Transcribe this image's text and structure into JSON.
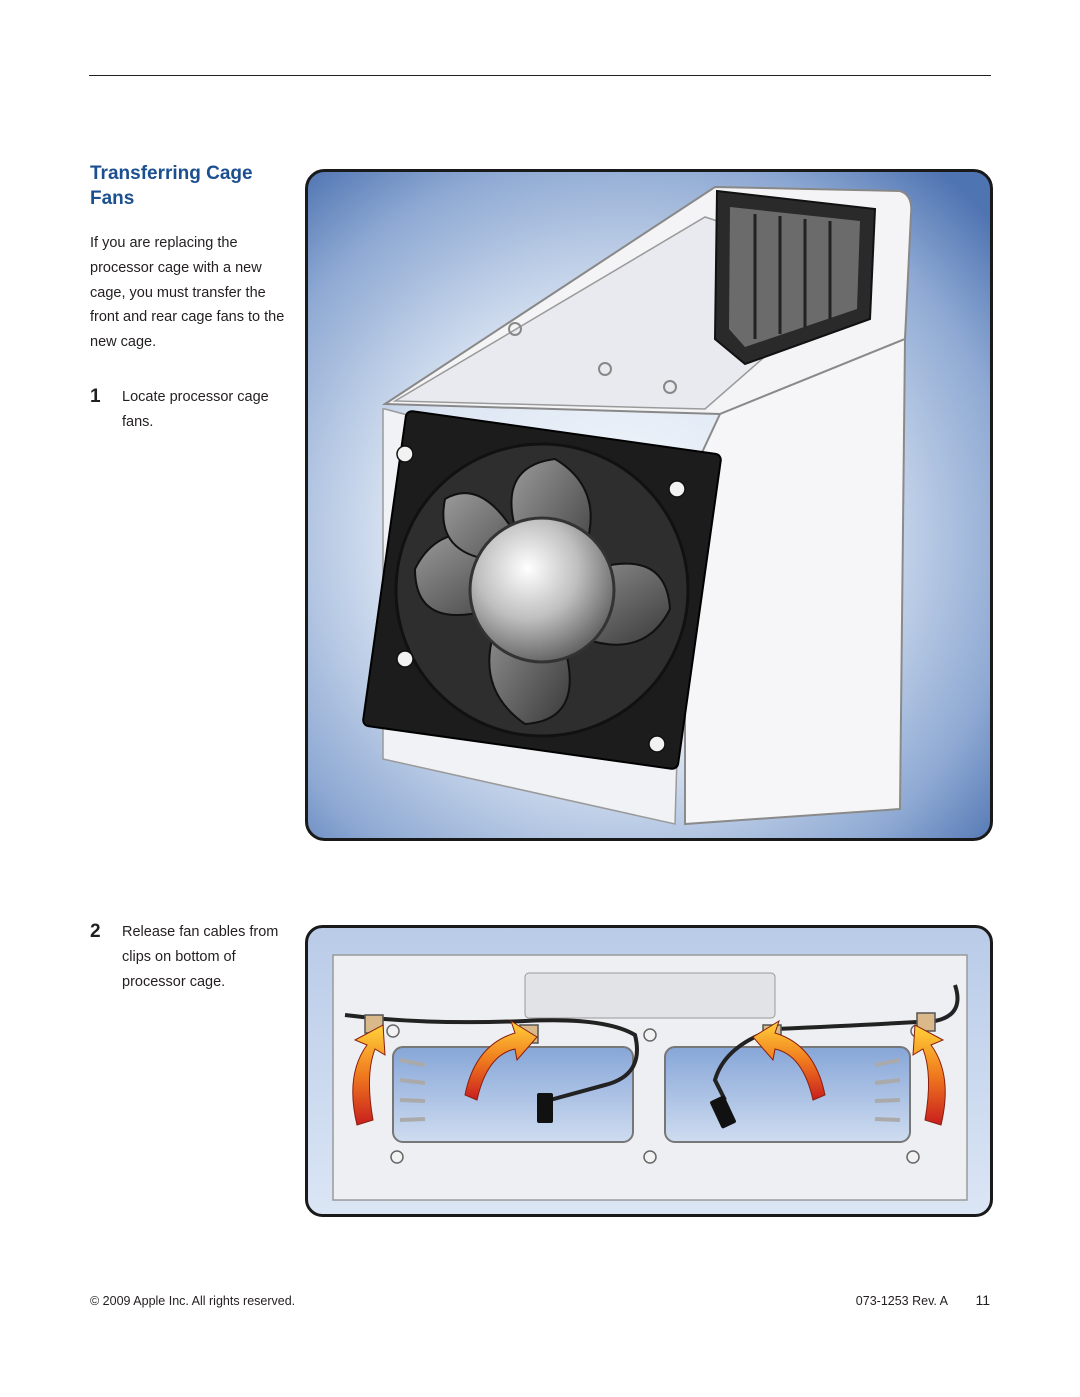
{
  "header": {
    "section_title": "Transferring Cage Fans"
  },
  "intro": "If you are replacing the processor cage with a new cage, you must transfer the front and rear cage fans to the new cage.",
  "steps": [
    {
      "number": "1",
      "text": "Locate processor cage fans."
    },
    {
      "number": "2",
      "text": "Release fan cables from clips on bottom of processor cage."
    }
  ],
  "footer": {
    "copyright": "© 2009 Apple Inc. All rights reserved.",
    "doc_id": "073-1253 Rev. A",
    "page_number": "11"
  },
  "colors": {
    "title_blue": "#1b4f8f",
    "panel_blue": "#4f74b2",
    "panel_light": "#eef3fb",
    "arrow_orange": "#e9722a",
    "arrow_yellow": "#ffd23a"
  }
}
